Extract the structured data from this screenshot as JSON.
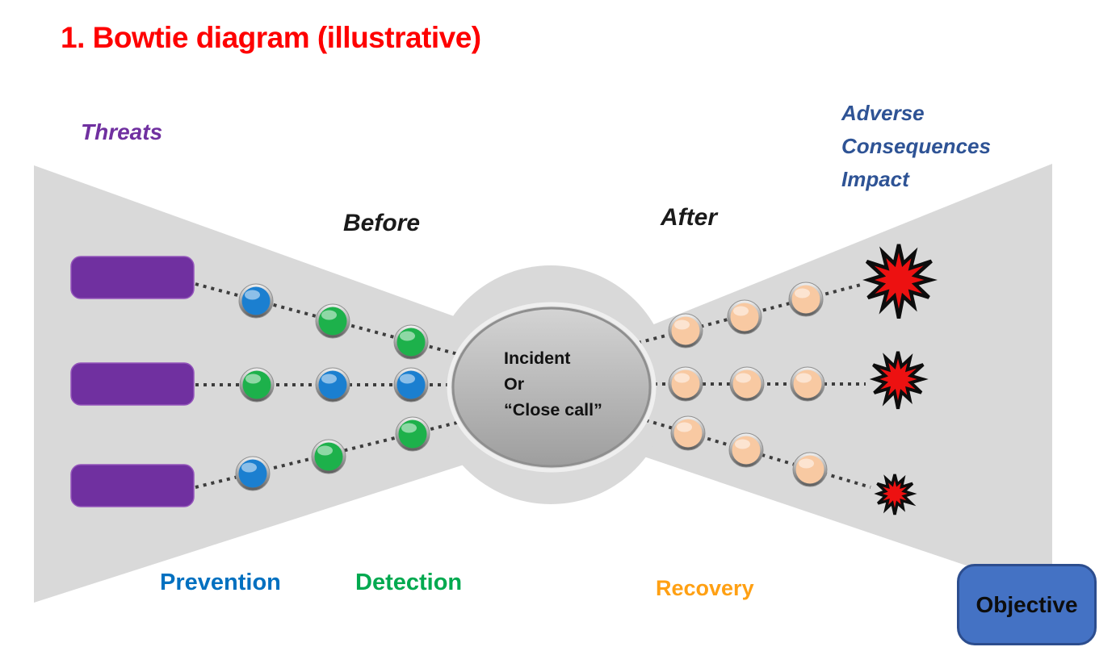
{
  "title": "1. Bowtie diagram (illustrative)",
  "labels": {
    "threats": "Threats",
    "before": "Before",
    "after": "After",
    "adverse_lines": [
      "Adverse",
      "Consequences",
      "Impact"
    ],
    "prevention": "Prevention",
    "detection": "Detection",
    "recovery": "Recovery",
    "objective": "Objective"
  },
  "incident": {
    "lines": [
      "Incident",
      "Or",
      "“Close call”"
    ]
  },
  "colors": {
    "title_red": "#FE0000",
    "threats_purple": "#7030A0",
    "adverse_blue": "#2E5395",
    "before_after_black": "#1A1A1A",
    "prevention_blue": "#0070C0",
    "detection_green": "#00A94F",
    "recovery_orange": "#FFA013",
    "threat_bar_purple": "#7030A0",
    "threat_bar_edge": "#9455BB",
    "barrier_prevention": "#1B7FD0",
    "barrier_detection": "#1DB14B",
    "barrier_recovery": "#F8C9A2",
    "consequence_red": "#ED1111",
    "objective_fill": "#4472C4",
    "objective_border": "#2C4D8E",
    "bowtie_gray": "#D9D9D9",
    "line_gray": "#3D3D3D"
  },
  "diagram": {
    "threat_bars": 3,
    "left_rows": [
      {
        "barriers": [
          "prevention",
          "detection",
          "detection"
        ]
      },
      {
        "barriers": [
          "detection",
          "prevention",
          "prevention"
        ]
      },
      {
        "barriers": [
          "prevention",
          "detection",
          "detection"
        ]
      }
    ],
    "right_rows": [
      {
        "barriers": [
          "recovery",
          "recovery",
          "recovery"
        ],
        "consequence": "large"
      },
      {
        "barriers": [
          "recovery",
          "recovery",
          "recovery"
        ],
        "consequence": "medium"
      },
      {
        "barriers": [
          "recovery",
          "recovery",
          "recovery"
        ],
        "consequence": "small"
      }
    ]
  }
}
